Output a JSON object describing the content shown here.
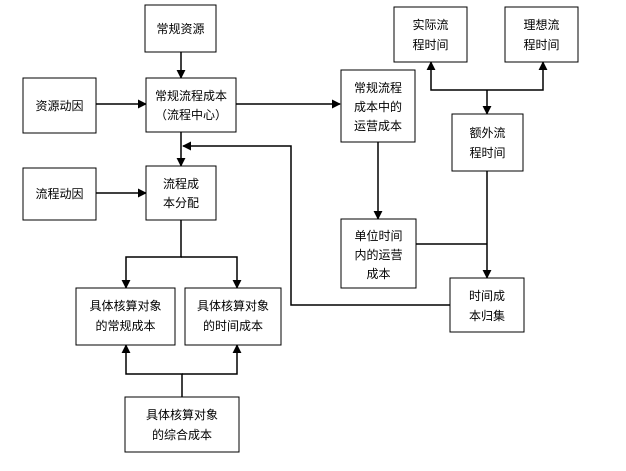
{
  "nodes": [
    {
      "id": "regular-resources",
      "lines": [
        "常规资源"
      ]
    },
    {
      "id": "resource-driver",
      "lines": [
        "资源动因"
      ]
    },
    {
      "id": "regular-process-cost",
      "lines": [
        "常规流程成本",
        "（流程中心）"
      ]
    },
    {
      "id": "process-driver",
      "lines": [
        "流程动因"
      ]
    },
    {
      "id": "process-cost-allocation",
      "lines": [
        "流程成",
        "本分配"
      ]
    },
    {
      "id": "object-regular-cost",
      "lines": [
        "具体核算对象",
        "的常规成本"
      ]
    },
    {
      "id": "object-time-cost",
      "lines": [
        "具体核算对象",
        "的时间成本"
      ]
    },
    {
      "id": "object-total-cost",
      "lines": [
        "具体核算对象",
        "的综合成本"
      ]
    },
    {
      "id": "operating-cost-in-regular",
      "lines": [
        "常规流程",
        "成本中的",
        "运营成本"
      ]
    },
    {
      "id": "operating-cost-per-time",
      "lines": [
        "单位时间",
        "内的运营",
        "成本"
      ]
    },
    {
      "id": "actual-process-time",
      "lines": [
        "实际流",
        "程时间"
      ]
    },
    {
      "id": "ideal-process-time",
      "lines": [
        "理想流",
        "程时间"
      ]
    },
    {
      "id": "extra-process-time",
      "lines": [
        "额外流",
        "程时间"
      ]
    },
    {
      "id": "time-cost-attribution",
      "lines": [
        "时间成",
        "本归集"
      ]
    }
  ]
}
